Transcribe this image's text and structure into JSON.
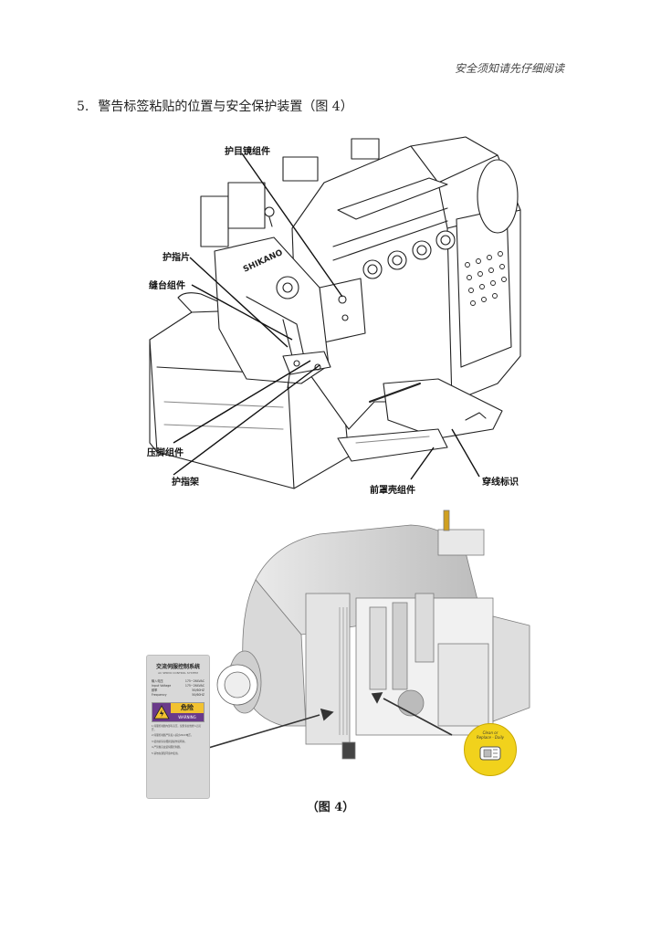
{
  "header": {
    "note": "安全须知请先仔细阅读"
  },
  "section": {
    "number": "5.",
    "title": "警告标签粘贴的位置与安全保护装置（图 4）"
  },
  "callouts": {
    "eye_guard": "护目镜组件",
    "finger_plate": "护指片",
    "needle_plate": "缝台组件",
    "presser_foot": "压脚组件",
    "finger_guard_frame": "护指架",
    "front_cover": "前罩壳组件",
    "threading_mark": "穿线标识"
  },
  "machine_brand": "SHIKANO",
  "warning_label": {
    "title": "交流伺服控制系统",
    "subtitle": "AC SERVO CONTROL SYSTEM",
    "specs": [
      {
        "key": "输入电压",
        "value": "175~264VAC"
      },
      {
        "key": "Input Voltage",
        "value": "175~264VAC"
      },
      {
        "key": "频率",
        "value": "50/60HZ"
      },
      {
        "key": "Frequency",
        "value": "50/60HZ"
      }
    ],
    "danger_text": "危险",
    "warning_text": "WARNING",
    "notes": [
      "1.伺服控制器内部有高压，仅限专业维修人员打开。",
      "2.伺服控制器严禁接入超过264V电压。",
      "3.使用前请仔细阅读操作说明书。",
      "4.严禁擅自改装伺服控制器。",
      "5.请勿在潮湿环境中使用。"
    ]
  },
  "sticker": {
    "line1": "Clean or",
    "line2": "Replace - Daily"
  },
  "caption": "（图 4）"
}
